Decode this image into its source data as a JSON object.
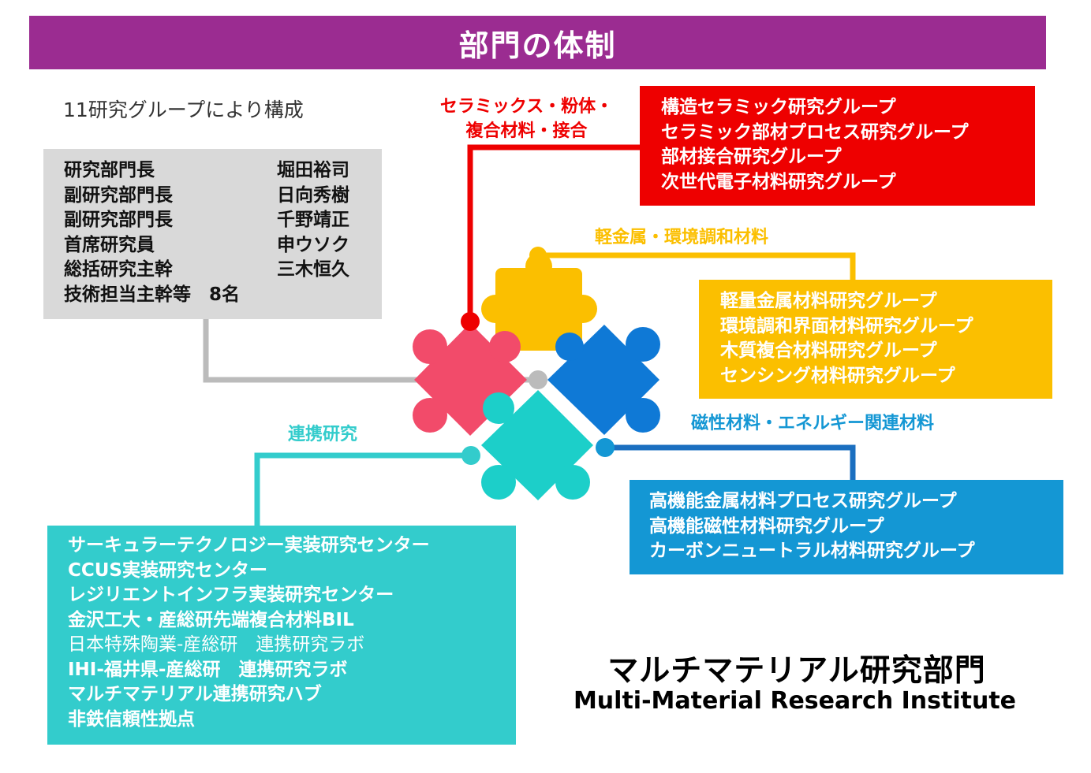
{
  "header": {
    "title": "部門の体制"
  },
  "summary": "11研究グループにより構成",
  "staff": [
    {
      "role": "研究部門長",
      "name": "堀田裕司"
    },
    {
      "role": "副研究部門長",
      "name": "日向秀樹"
    },
    {
      "role": "副研究部門長",
      "name": "千野靖正"
    },
    {
      "role": "首席研究員",
      "name": "申ウソク"
    },
    {
      "role": "総括研究主幹",
      "name": "三木恒久"
    }
  ],
  "staff_extra": "技術担当主幹等　8名",
  "categories": {
    "ceramics": {
      "label_line1": "セラミックス・粉体・",
      "label_line2": "複合材料・接合",
      "color": "#ee0000",
      "groups": [
        "構造セラミック研究グループ",
        "セラミック部材プロセス研究グループ",
        "部材接合研究グループ",
        "次世代電子材料研究グループ"
      ]
    },
    "light_metal": {
      "label": "軽金属・環境調和材料",
      "color": "#fbbf00",
      "groups": [
        "軽量金属材料研究グループ",
        "環境調和界面材料研究グループ",
        "木質複合材料研究グループ",
        "センシング材料研究グループ"
      ]
    },
    "magnetic": {
      "label": "磁性材料・エネルギー関連材料",
      "color": "#1497d4",
      "groups": [
        "高機能金属材料プロセス研究グループ",
        "高機能磁性材料研究グループ",
        "カーボンニュートラル材料研究グループ"
      ]
    },
    "collaboration": {
      "label": "連携研究",
      "color": "#33cccc",
      "groups": [
        "サーキュラーテクノロジー実装研究センター",
        "CCUS実装研究センター",
        "レジリエントインフラ実装研究センター",
        "金沢工大・産総研先端複合材料BIL",
        "日本特殊陶業-産総研　連携研究ラボ",
        "IHI-福井県-産総研　連携研究ラボ",
        "マルチマテリアル連携研究ハブ",
        "非鉄信頼性拠点"
      ]
    }
  },
  "institute": {
    "name_jp": "マルチマテリアル研究部門",
    "name_en": "Multi-Material Research Institute"
  },
  "puzzle_colors": {
    "pink": "#f24b6a",
    "yellow": "#fbbf00",
    "blue": "#0f79d6",
    "teal": "#1ccfc9",
    "gray": "#bbbbbb"
  }
}
